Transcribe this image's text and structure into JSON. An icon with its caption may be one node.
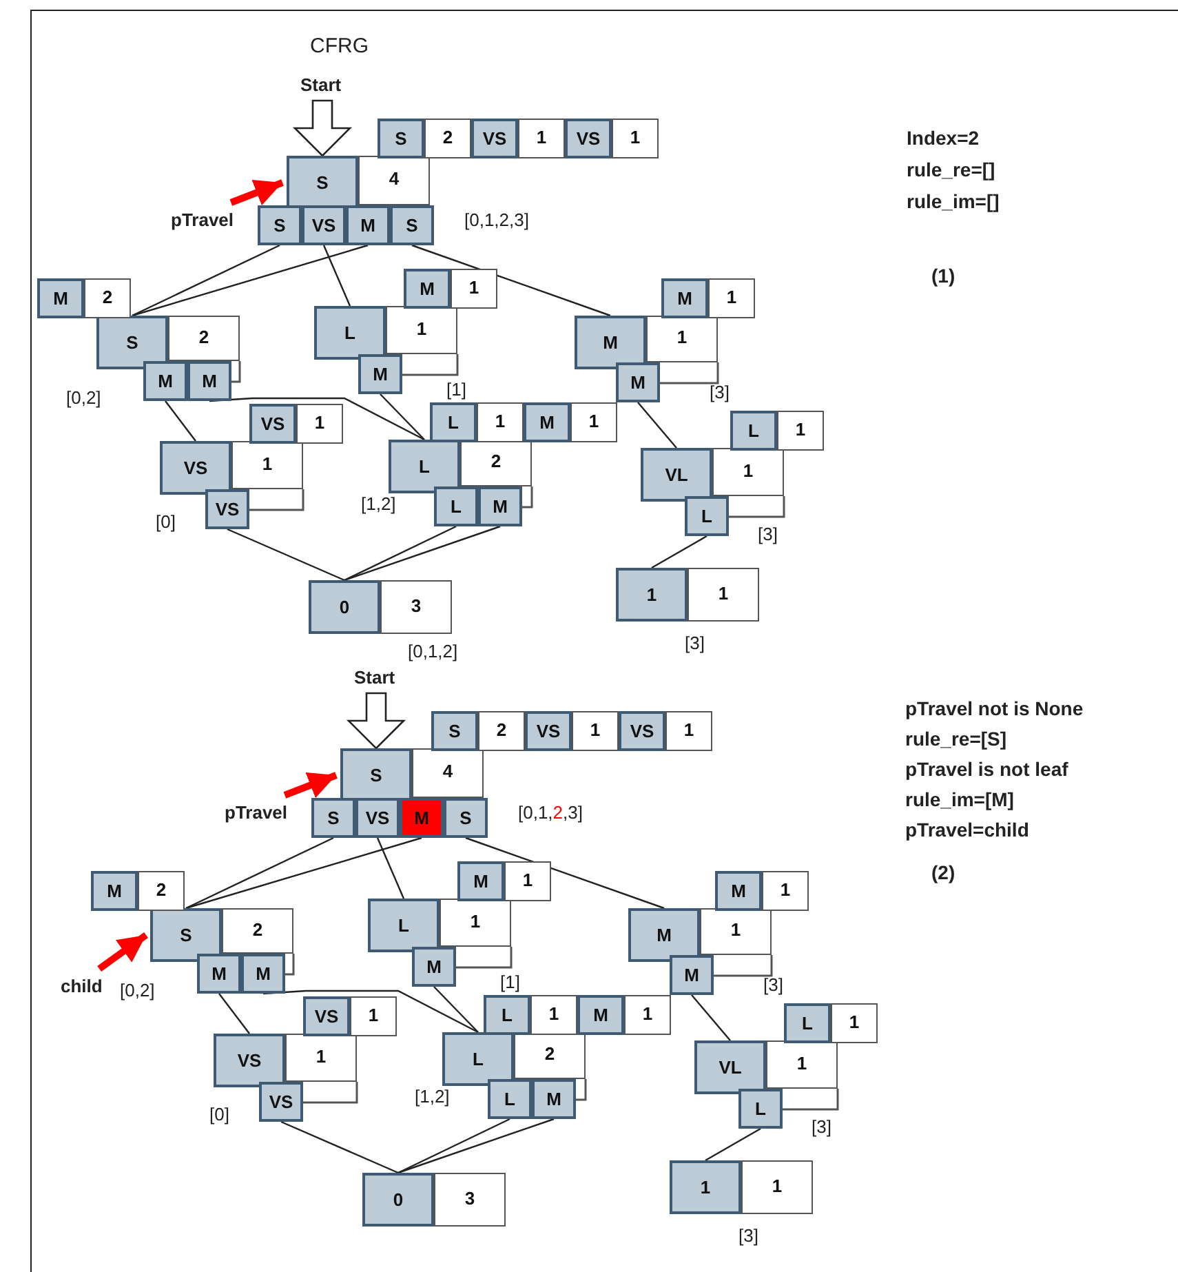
{
  "diagram": {
    "nodes": [
      {
        "text": [
          "Start"
        ]
      },
      {
        "text": [
          "pTravel"
        ]
      },
      {
        "text": [
          "S"
        ]
      },
      {
        "text": [
          "2"
        ]
      },
      {
        "text": [
          "VS"
        ]
      },
      {
        "text": [
          "1"
        ]
      },
      {
        "text": [
          "VS"
        ]
      },
      {
        "text": [
          "1"
        ]
      },
      {
        "text": [
          "S"
        ]
      },
      {
        "text": [
          "4"
        ]
      },
      {
        "text": [
          "S"
        ]
      },
      {
        "text": [
          "VS"
        ]
      },
      {
        "text": [
          "M"
        ]
      },
      {
        "text": [
          "S"
        ]
      },
      {
        "text": [
          "M"
        ]
      },
      {
        "text": [
          "2"
        ]
      },
      {
        "text": [
          "S"
        ]
      },
      {
        "text": [
          "2"
        ]
      },
      {
        "text": [
          "M"
        ]
      },
      {
        "text": [
          "M"
        ]
      },
      {
        "text": [
          "M"
        ]
      },
      {
        "text": [
          "1"
        ]
      },
      {
        "text": [
          "L"
        ]
      },
      {
        "text": [
          "1"
        ]
      },
      {
        "text": [
          "M"
        ]
      },
      {
        "text": [
          "M"
        ]
      },
      {
        "text": [
          "1"
        ]
      },
      {
        "text": [
          "M"
        ]
      },
      {
        "text": [
          "1"
        ]
      },
      {
        "text": [
          "M"
        ]
      },
      {
        "text": [
          "VS"
        ]
      },
      {
        "text": [
          "1"
        ]
      },
      {
        "text": [
          "VS"
        ]
      },
      {
        "text": [
          "1"
        ]
      },
      {
        "text": [
          "VS"
        ]
      },
      {
        "text": [
          "L"
        ]
      },
      {
        "text": [
          "1"
        ]
      },
      {
        "text": [
          "M"
        ]
      },
      {
        "text": [
          "1"
        ]
      },
      {
        "text": [
          "L"
        ]
      },
      {
        "text": [
          "2"
        ]
      },
      {
        "text": [
          "L"
        ]
      },
      {
        "text": [
          "M"
        ]
      },
      {
        "text": [
          "L"
        ]
      },
      {
        "text": [
          "1"
        ]
      },
      {
        "text": [
          "VL"
        ]
      },
      {
        "text": [
          "1"
        ]
      },
      {
        "text": [
          "L"
        ]
      },
      {
        "text": [
          "0"
        ]
      },
      {
        "text": [
          "3"
        ]
      },
      {
        "text": [
          "1"
        ]
      },
      {
        "text": [
          "1"
        ]
      },
      {
        "text": [
          "Start"
        ]
      },
      {
        "text": [
          "pTravel"
        ]
      },
      {
        "text": [
          "child"
        ]
      },
      {
        "text": [
          "S"
        ]
      },
      {
        "text": [
          "2"
        ]
      },
      {
        "text": [
          "VS"
        ]
      },
      {
        "text": [
          "1"
        ]
      },
      {
        "text": [
          "VS"
        ]
      },
      {
        "text": [
          "1"
        ]
      },
      {
        "text": [
          "S"
        ]
      },
      {
        "text": [
          "4"
        ]
      },
      {
        "text": [
          "S"
        ]
      },
      {
        "text": [
          "VS"
        ]
      },
      {
        "text": [
          "M"
        ]
      },
      {
        "text": [
          "S"
        ]
      },
      {
        "text": [
          "M"
        ]
      },
      {
        "text": [
          "2"
        ]
      },
      {
        "text": [
          "S"
        ]
      },
      {
        "text": [
          "2"
        ]
      },
      {
        "text": [
          "M"
        ]
      },
      {
        "text": [
          "M"
        ]
      },
      {
        "text": [
          "M"
        ]
      },
      {
        "text": [
          "1"
        ]
      },
      {
        "text": [
          "L"
        ]
      },
      {
        "text": [
          "1"
        ]
      },
      {
        "text": [
          "M"
        ]
      },
      {
        "text": [
          "M"
        ]
      },
      {
        "text": [
          "1"
        ]
      },
      {
        "text": [
          "M"
        ]
      },
      {
        "text": [
          "1"
        ]
      },
      {
        "text": [
          "M"
        ]
      },
      {
        "text": [
          "VS"
        ]
      },
      {
        "text": [
          "1"
        ]
      },
      {
        "text": [
          "VS"
        ]
      },
      {
        "text": [
          "1"
        ]
      },
      {
        "text": [
          "VS"
        ]
      },
      {
        "text": [
          "L"
        ]
      },
      {
        "text": [
          "1"
        ]
      },
      {
        "text": [
          "M"
        ]
      },
      {
        "text": [
          "1"
        ]
      },
      {
        "text": [
          "L"
        ]
      },
      {
        "text": [
          "2"
        ]
      },
      {
        "text": [
          "L"
        ]
      },
      {
        "text": [
          "M"
        ]
      },
      {
        "text": [
          "L"
        ]
      },
      {
        "text": [
          "1"
        ]
      },
      {
        "text": [
          "VL"
        ]
      },
      {
        "text": [
          "1"
        ]
      },
      {
        "text": [
          "L"
        ]
      },
      {
        "text": [
          "0"
        ]
      },
      {
        "text": [
          "3"
        ]
      },
      {
        "text": [
          "1"
        ]
      },
      {
        "text": [
          "1"
        ]
      }
    ],
    "edges": [
      {
        "from": 0,
        "to": 8,
        "arrow": "to",
        "style": "thick"
      },
      {
        "from": 1,
        "to": 8,
        "arrow": "to",
        "style": "thick",
        "color": "#ff0000"
      },
      {
        "from": 10,
        "to": 16,
        "arrow": "none"
      },
      {
        "from": 12,
        "to": 16,
        "arrow": "none"
      },
      {
        "from": 11,
        "to": 22,
        "arrow": "none"
      },
      {
        "from": 13,
        "to": 27,
        "arrow": "none"
      },
      {
        "from": 18,
        "to": 32,
        "arrow": "none"
      },
      {
        "from": 19,
        "to": 39,
        "arrow": "none"
      },
      {
        "from": 24,
        "to": 39,
        "arrow": "none"
      },
      {
        "from": 29,
        "to": 45,
        "arrow": "none"
      },
      {
        "from": 34,
        "to": 48,
        "arrow": "none"
      },
      {
        "from": 41,
        "to": 48,
        "arrow": "none"
      },
      {
        "from": 42,
        "to": 48,
        "arrow": "none"
      },
      {
        "from": 47,
        "to": 50,
        "arrow": "none"
      },
      {
        "from": 52,
        "to": 61,
        "arrow": "to",
        "style": "thick"
      },
      {
        "from": 53,
        "to": 61,
        "arrow": "to",
        "style": "thick",
        "color": "#ff0000"
      },
      {
        "from": 54,
        "to": 69,
        "arrow": "to",
        "style": "thick",
        "color": "#ff0000"
      },
      {
        "from": 63,
        "to": 69,
        "arrow": "none"
      },
      {
        "from": 65,
        "to": 69,
        "arrow": "none"
      },
      {
        "from": 64,
        "to": 75,
        "arrow": "none"
      },
      {
        "from": 66,
        "to": 80,
        "arrow": "none"
      },
      {
        "from": 71,
        "to": 85,
        "arrow": "none"
      },
      {
        "from": 72,
        "to": 92,
        "arrow": "none"
      },
      {
        "from": 77,
        "to": 92,
        "arrow": "none"
      },
      {
        "from": 82,
        "to": 98,
        "arrow": "none"
      },
      {
        "from": 87,
        "to": 101,
        "arrow": "none"
      },
      {
        "from": 94,
        "to": 101,
        "arrow": "none"
      },
      {
        "from": 95,
        "to": 101,
        "arrow": "none"
      },
      {
        "from": 100,
        "to": 103,
        "arrow": "none"
      }
    ],
    "labels": [
      "CFRG",
      "Index=2",
      "rule_re=[]",
      "rule_im=[]",
      "[0,1,2,3]",
      "(1)",
      "[1]",
      "[3]",
      "[0,2]",
      "[1,2]",
      "[0]",
      "[3]",
      "[3]",
      "[0,1,2]",
      "pTravel not is None",
      "rule_re=[S]",
      "pTravel is not leaf",
      "rule_im=[M]",
      "[0,1,2,3]",
      "pTravel=child",
      "(2)",
      "[1]",
      "[3]",
      "[0,2]",
      "[1,2]",
      "[0]",
      "[3]",
      "[3]"
    ]
  }
}
